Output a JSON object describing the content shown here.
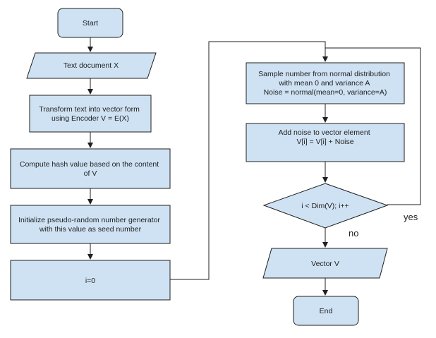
{
  "nodes": {
    "start": {
      "lines": [
        "Start"
      ]
    },
    "input_doc": {
      "lines": [
        "Text document X"
      ]
    },
    "transform": {
      "lines": [
        "Transform text into vector form",
        "using Encoder V = E(X)"
      ]
    },
    "hash": {
      "lines": [
        "Compute hash value based on the content",
        "of V"
      ]
    },
    "init_prng": {
      "lines": [
        "Initialize pseudo-random number generator",
        "with this value as seed number"
      ]
    },
    "init_i": {
      "lines": [
        "i=0"
      ]
    },
    "sample": {
      "lines": [
        "Sample number from normal distribution",
        "with mean 0 and variance A",
        "Noise = normal(mean=0, variance=A)"
      ]
    },
    "add_noise": {
      "lines": [
        "Add noise to vector element",
        "V[i] = V[i] + Noise"
      ]
    },
    "decision": {
      "lines": [
        "i < Dim(V); i++"
      ]
    },
    "output_vec": {
      "lines": [
        "Vector V"
      ]
    },
    "end": {
      "lines": [
        "End"
      ]
    }
  },
  "edge_labels": {
    "yes": "yes",
    "no": "no"
  },
  "colors": {
    "node_fill": "#cfe2f3",
    "stroke": "#1f1f1f"
  }
}
